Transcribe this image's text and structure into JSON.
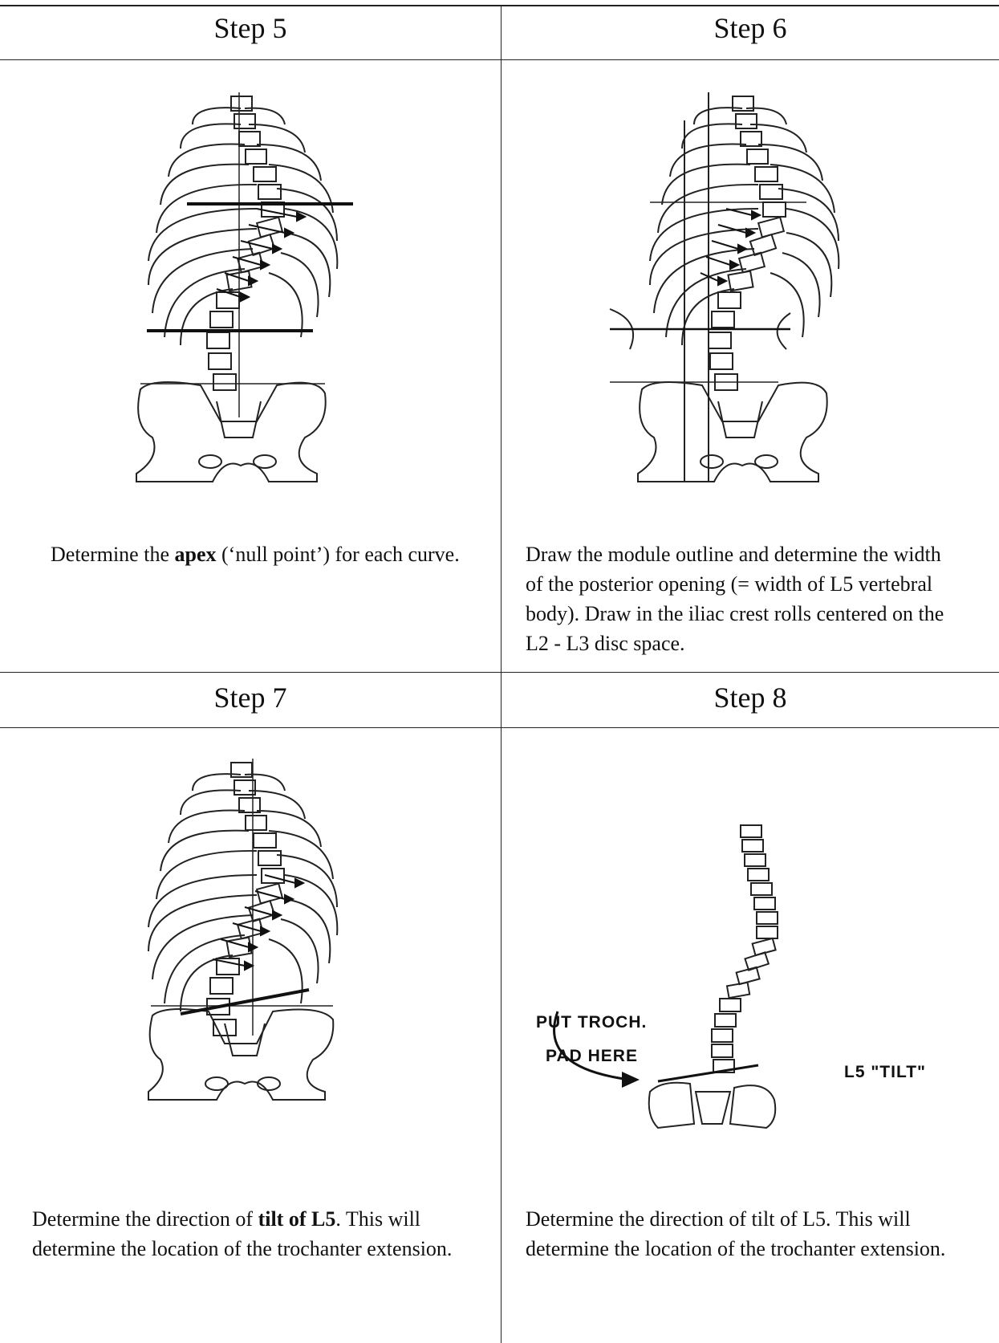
{
  "cells": [
    {
      "header": "Step 5",
      "caption_pre": "Determine the ",
      "caption_bold": "apex",
      "caption_post": " (‘null point’) for each curve."
    },
    {
      "header": "Step 6",
      "caption": "Draw the module outline and determine the width of the posterior opening (= width of L5 vertebral body). Draw in the iliac crest rolls centered on the L2 - L3 disc space."
    },
    {
      "header": "Step 7",
      "caption_pre": "Determine the direction of ",
      "caption_bold": "tilt of L5",
      "caption_post": ".  This will determine the location of the trochanter extension."
    },
    {
      "header": "Step 8",
      "caption": "Determine the direction of tilt of L5.  This will determine the location of the trochanter extension.",
      "annotations": {
        "pad_line1": "PUT TROCH.",
        "pad_line2": "PAD HERE",
        "tilt_label": "L5 \"TILT\""
      }
    }
  ]
}
